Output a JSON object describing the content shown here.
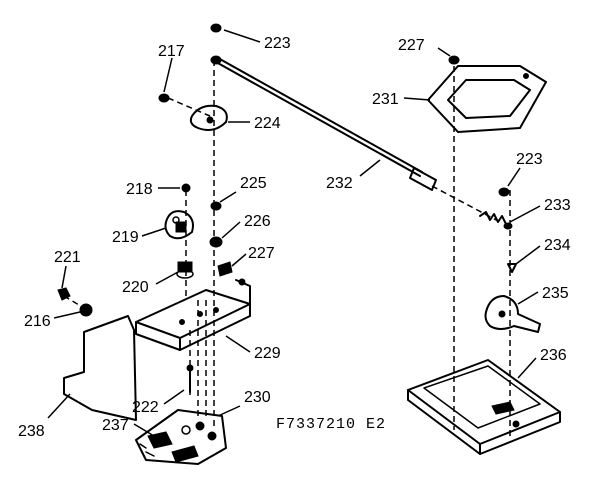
{
  "diagram": {
    "drawing_code": "F7337210 E2",
    "part_labels": {
      "p216": "216",
      "p217": "217",
      "p218": "218",
      "p219": "219",
      "p220": "220",
      "p221": "221",
      "p222": "222",
      "p223a": "223",
      "p223b": "223",
      "p224": "224",
      "p225": "225",
      "p226": "226",
      "p227a": "227",
      "p227b": "227",
      "p229": "229",
      "p230": "230",
      "p231": "231",
      "p232": "232",
      "p233": "233",
      "p234": "234",
      "p235": "235",
      "p236": "236",
      "p237": "237",
      "p238": "238"
    }
  }
}
